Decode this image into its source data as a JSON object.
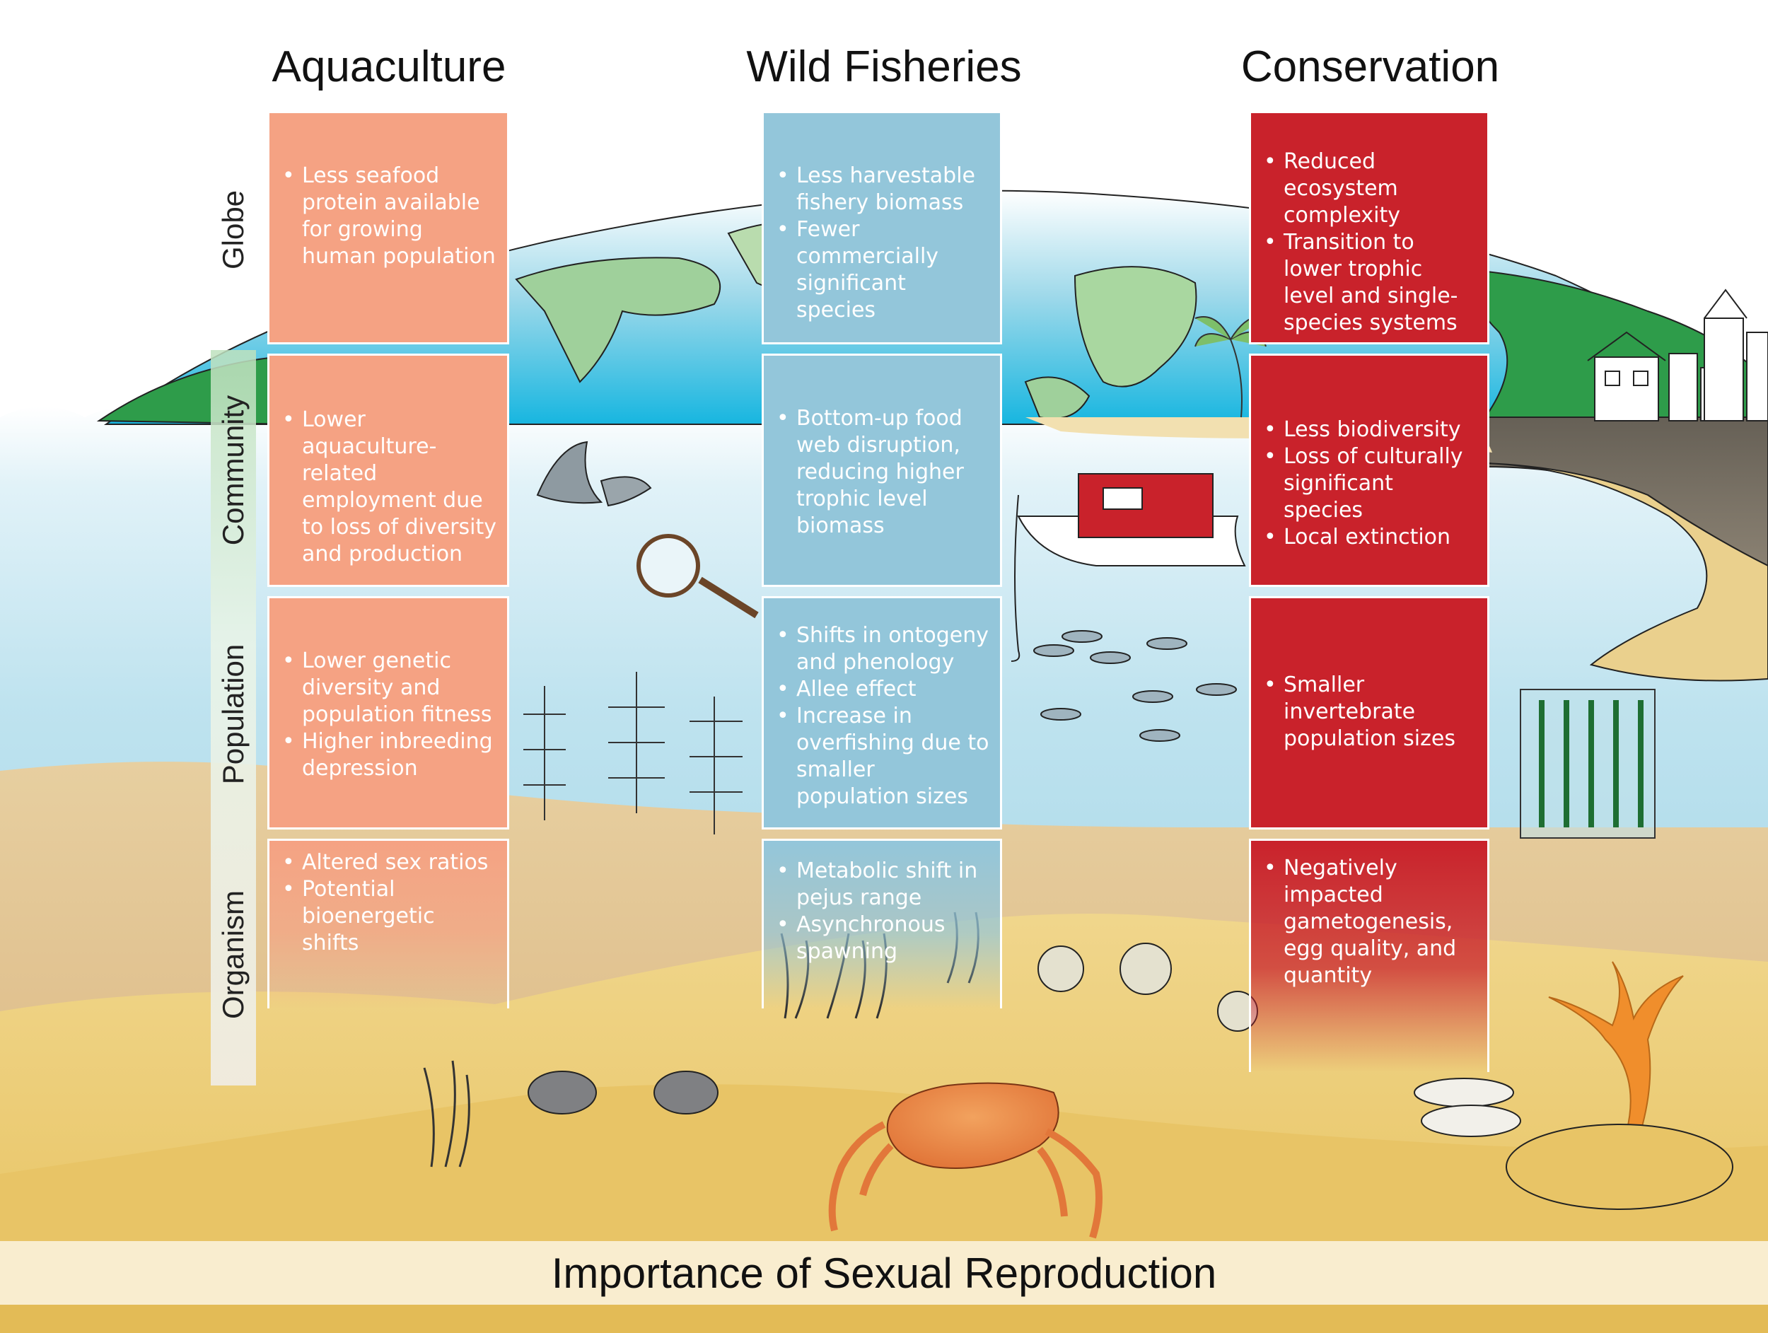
{
  "columns": [
    {
      "heading": "Aquaculture"
    },
    {
      "heading": "Wild Fisheries"
    },
    {
      "heading": "Conservation"
    }
  ],
  "scales": [
    "Globe",
    "Community",
    "Population",
    "Organism"
  ],
  "cells": {
    "aquaculture": [
      [
        "Less seafood protein available for growing human population"
      ],
      [
        "Lower aquaculture-related employment due to loss of diversity and production"
      ],
      [
        "Lower genetic diversity and population fitness",
        "Higher inbreeding depression"
      ],
      [
        "Altered sex ratios",
        "Potential bioenergetic shifts"
      ]
    ],
    "wild_fisheries": [
      [
        "Less harvestable fishery biomass",
        "Fewer commercially significant species"
      ],
      [
        "Bottom-up food web disruption, reducing higher trophic level biomass"
      ],
      [
        "Shifts in ontogeny and phenology",
        "Allee effect",
        "Increase in overfishing due to smaller population sizes"
      ],
      [
        "Metabolic shift in pejus range",
        "Asynchronous spawning"
      ]
    ],
    "conservation": [
      [
        "Reduced ecosystem complexity",
        "Transition to lower trophic level and single-species systems"
      ],
      [
        "Less biodiversity",
        "Loss of culturally significant species",
        "Local extinction"
      ],
      [
        "Smaller invertebrate population sizes"
      ],
      [
        "Negatively impacted gametogenesis, egg quality, and quantity"
      ]
    ]
  },
  "footer": "Importance of Sexual Reproduction",
  "colors": {
    "aquaculture": "#f5a283",
    "wild_fisheries": "#93c6da",
    "conservation": "#c9222b",
    "ocean": "#a9d9e9",
    "land": "#2e9c4a",
    "sand": "#e9c66d"
  }
}
